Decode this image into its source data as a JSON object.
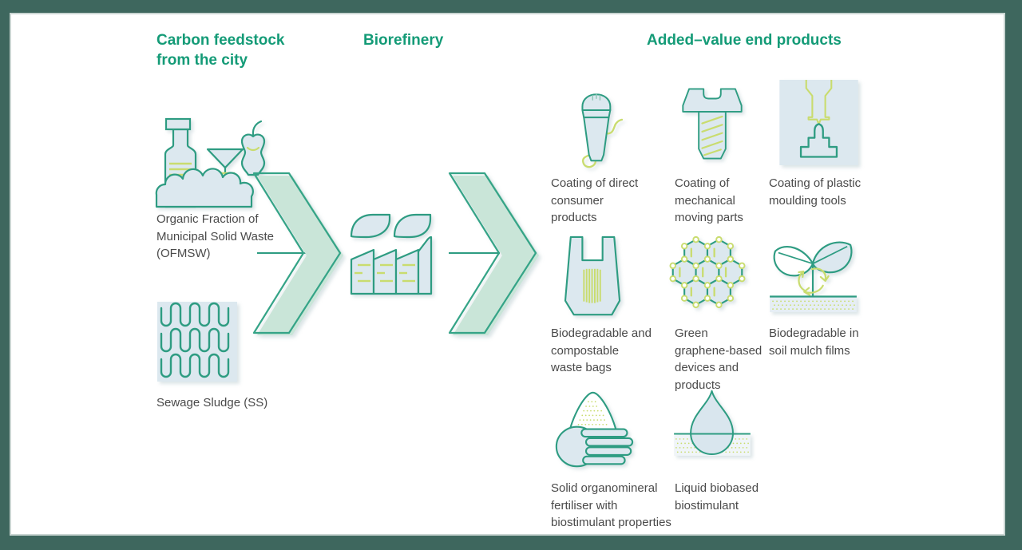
{
  "headers": {
    "column1": "Carbon feedstock from the city",
    "column2": "Biorefinery",
    "column3": "Added–value end products"
  },
  "feedstock": {
    "items": [
      {
        "icon": "organic-waste-icon",
        "label": "Organic Fraction of Municipal Solid Waste (OFMSW)"
      },
      {
        "icon": "sewage-sludge-icon",
        "label": "Sewage Sludge (SS)"
      }
    ]
  },
  "biorefinery": {
    "icon": "factory-icon"
  },
  "flow": {
    "arrows": [
      "chevron-right",
      "chevron-right"
    ]
  },
  "products": {
    "items": [
      {
        "icon": "microphone-icon",
        "label": "Coating of direct consumer products"
      },
      {
        "icon": "screw-icon",
        "label": "Coating of mechanical moving parts"
      },
      {
        "icon": "moulding-tool-icon",
        "label": "Coating of plastic moulding tools"
      },
      {
        "icon": "waste-bag-icon",
        "label": "Biodegradable and compostable waste bags"
      },
      {
        "icon": "graphene-icon",
        "label": "Green graphene-based devices and products"
      },
      {
        "icon": "seedling-icon",
        "label": "Biodegradable in soil mulch films"
      },
      {
        "icon": "fertiliser-hand-icon",
        "label": "Solid organomineral fertiliser with biostimulant properties"
      },
      {
        "icon": "droplet-icon",
        "label": "Liquid biobased biostimulant"
      }
    ]
  },
  "colors": {
    "frame": "#3E675E",
    "heading_green": "#149B77",
    "icon_teal": "#2E9C82",
    "icon_lime": "#C9DC6E",
    "icon_fill_blue": "#DCE8EF",
    "arrow_mint": "#C9E5D8",
    "label_gray": "#4A4A4A",
    "background": "#FFFFFF"
  }
}
